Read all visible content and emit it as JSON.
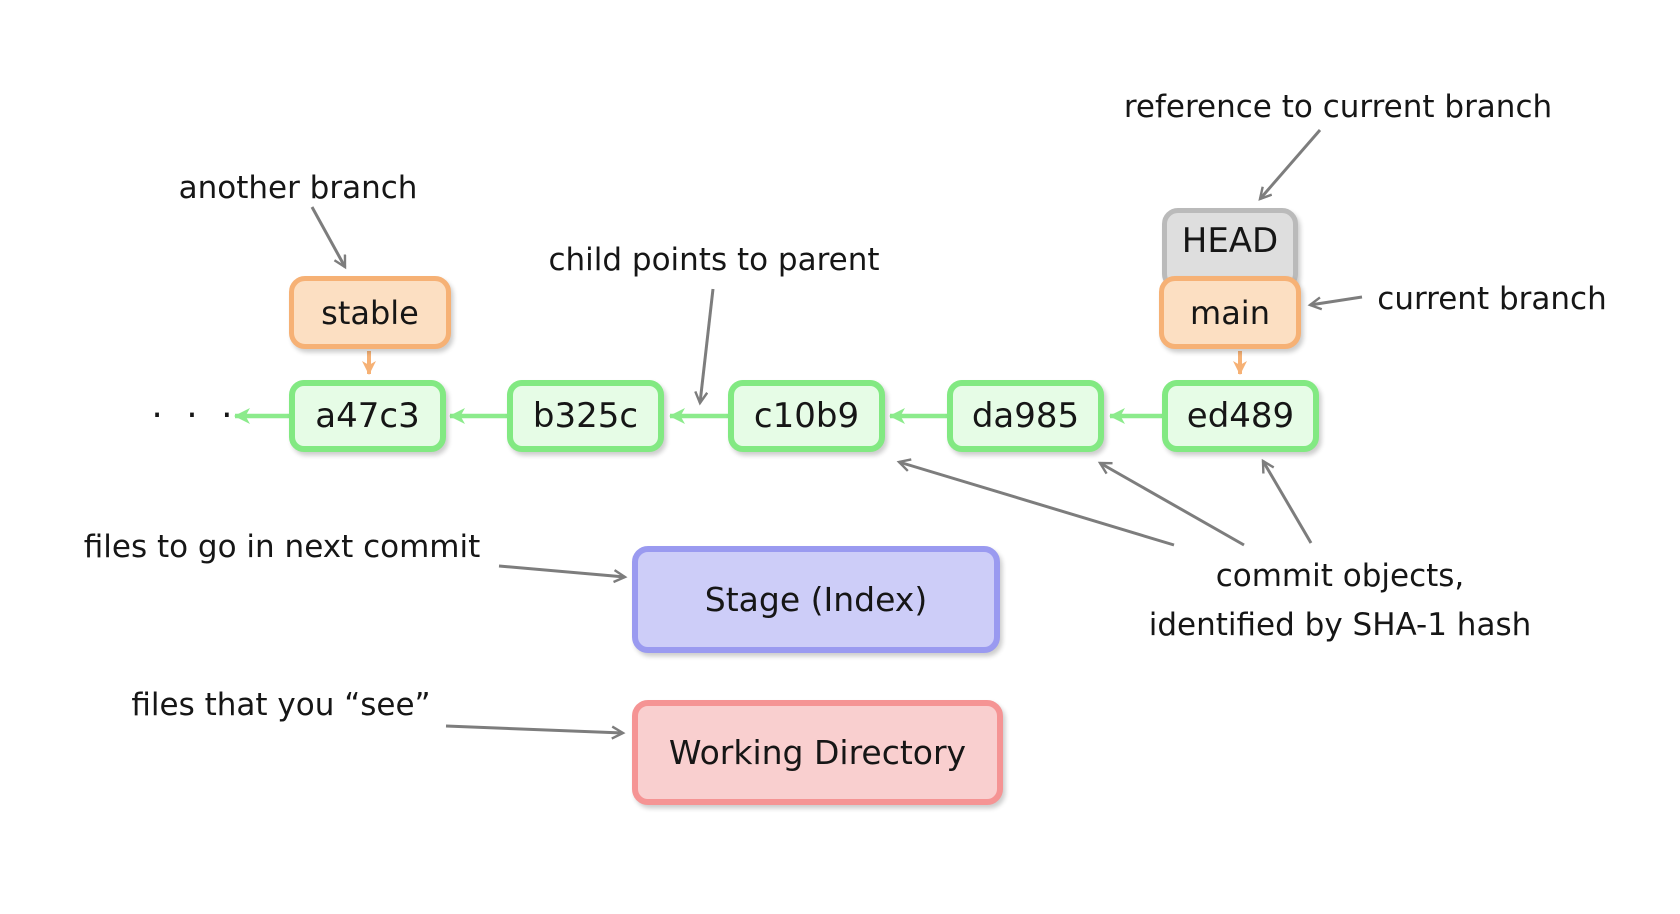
{
  "diagram": {
    "annotations": {
      "another_branch": "another branch",
      "child_points_to_parent": "child points to parent",
      "reference_to_current_branch": "reference to current branch",
      "current_branch": "current branch",
      "files_next_commit": "files to go in next commit",
      "files_you_see": "files that you “see”",
      "commit_objects_line1": "commit objects,",
      "commit_objects_line2": "identified by SHA-1 hash",
      "ellipsis": "· · ·"
    },
    "nodes": {
      "head": "HEAD",
      "main": "main",
      "stable": "stable",
      "stage": "Stage (Index)",
      "working_directory": "Working Directory"
    },
    "commits": [
      {
        "label": "a47c3"
      },
      {
        "label": "b325c"
      },
      {
        "label": "c10b9"
      },
      {
        "label": "da985"
      },
      {
        "label": "ed489"
      }
    ],
    "colors": {
      "commit_border": "#82e982",
      "commit_fill": "#e6fce6",
      "branch_border": "#f6b175",
      "branch_fill": "#fcdfc2",
      "head_border": "#bababa",
      "head_fill": "#dedede",
      "stage_border": "#9a9af0",
      "stage_fill": "#cdcdf8",
      "working_border": "#f59494",
      "working_fill": "#f9cfcf",
      "arrow_gray": "#7d7d7d",
      "arrow_green": "#8ceb8c",
      "arrow_orange": "#f6b175",
      "text": "#161616"
    }
  }
}
